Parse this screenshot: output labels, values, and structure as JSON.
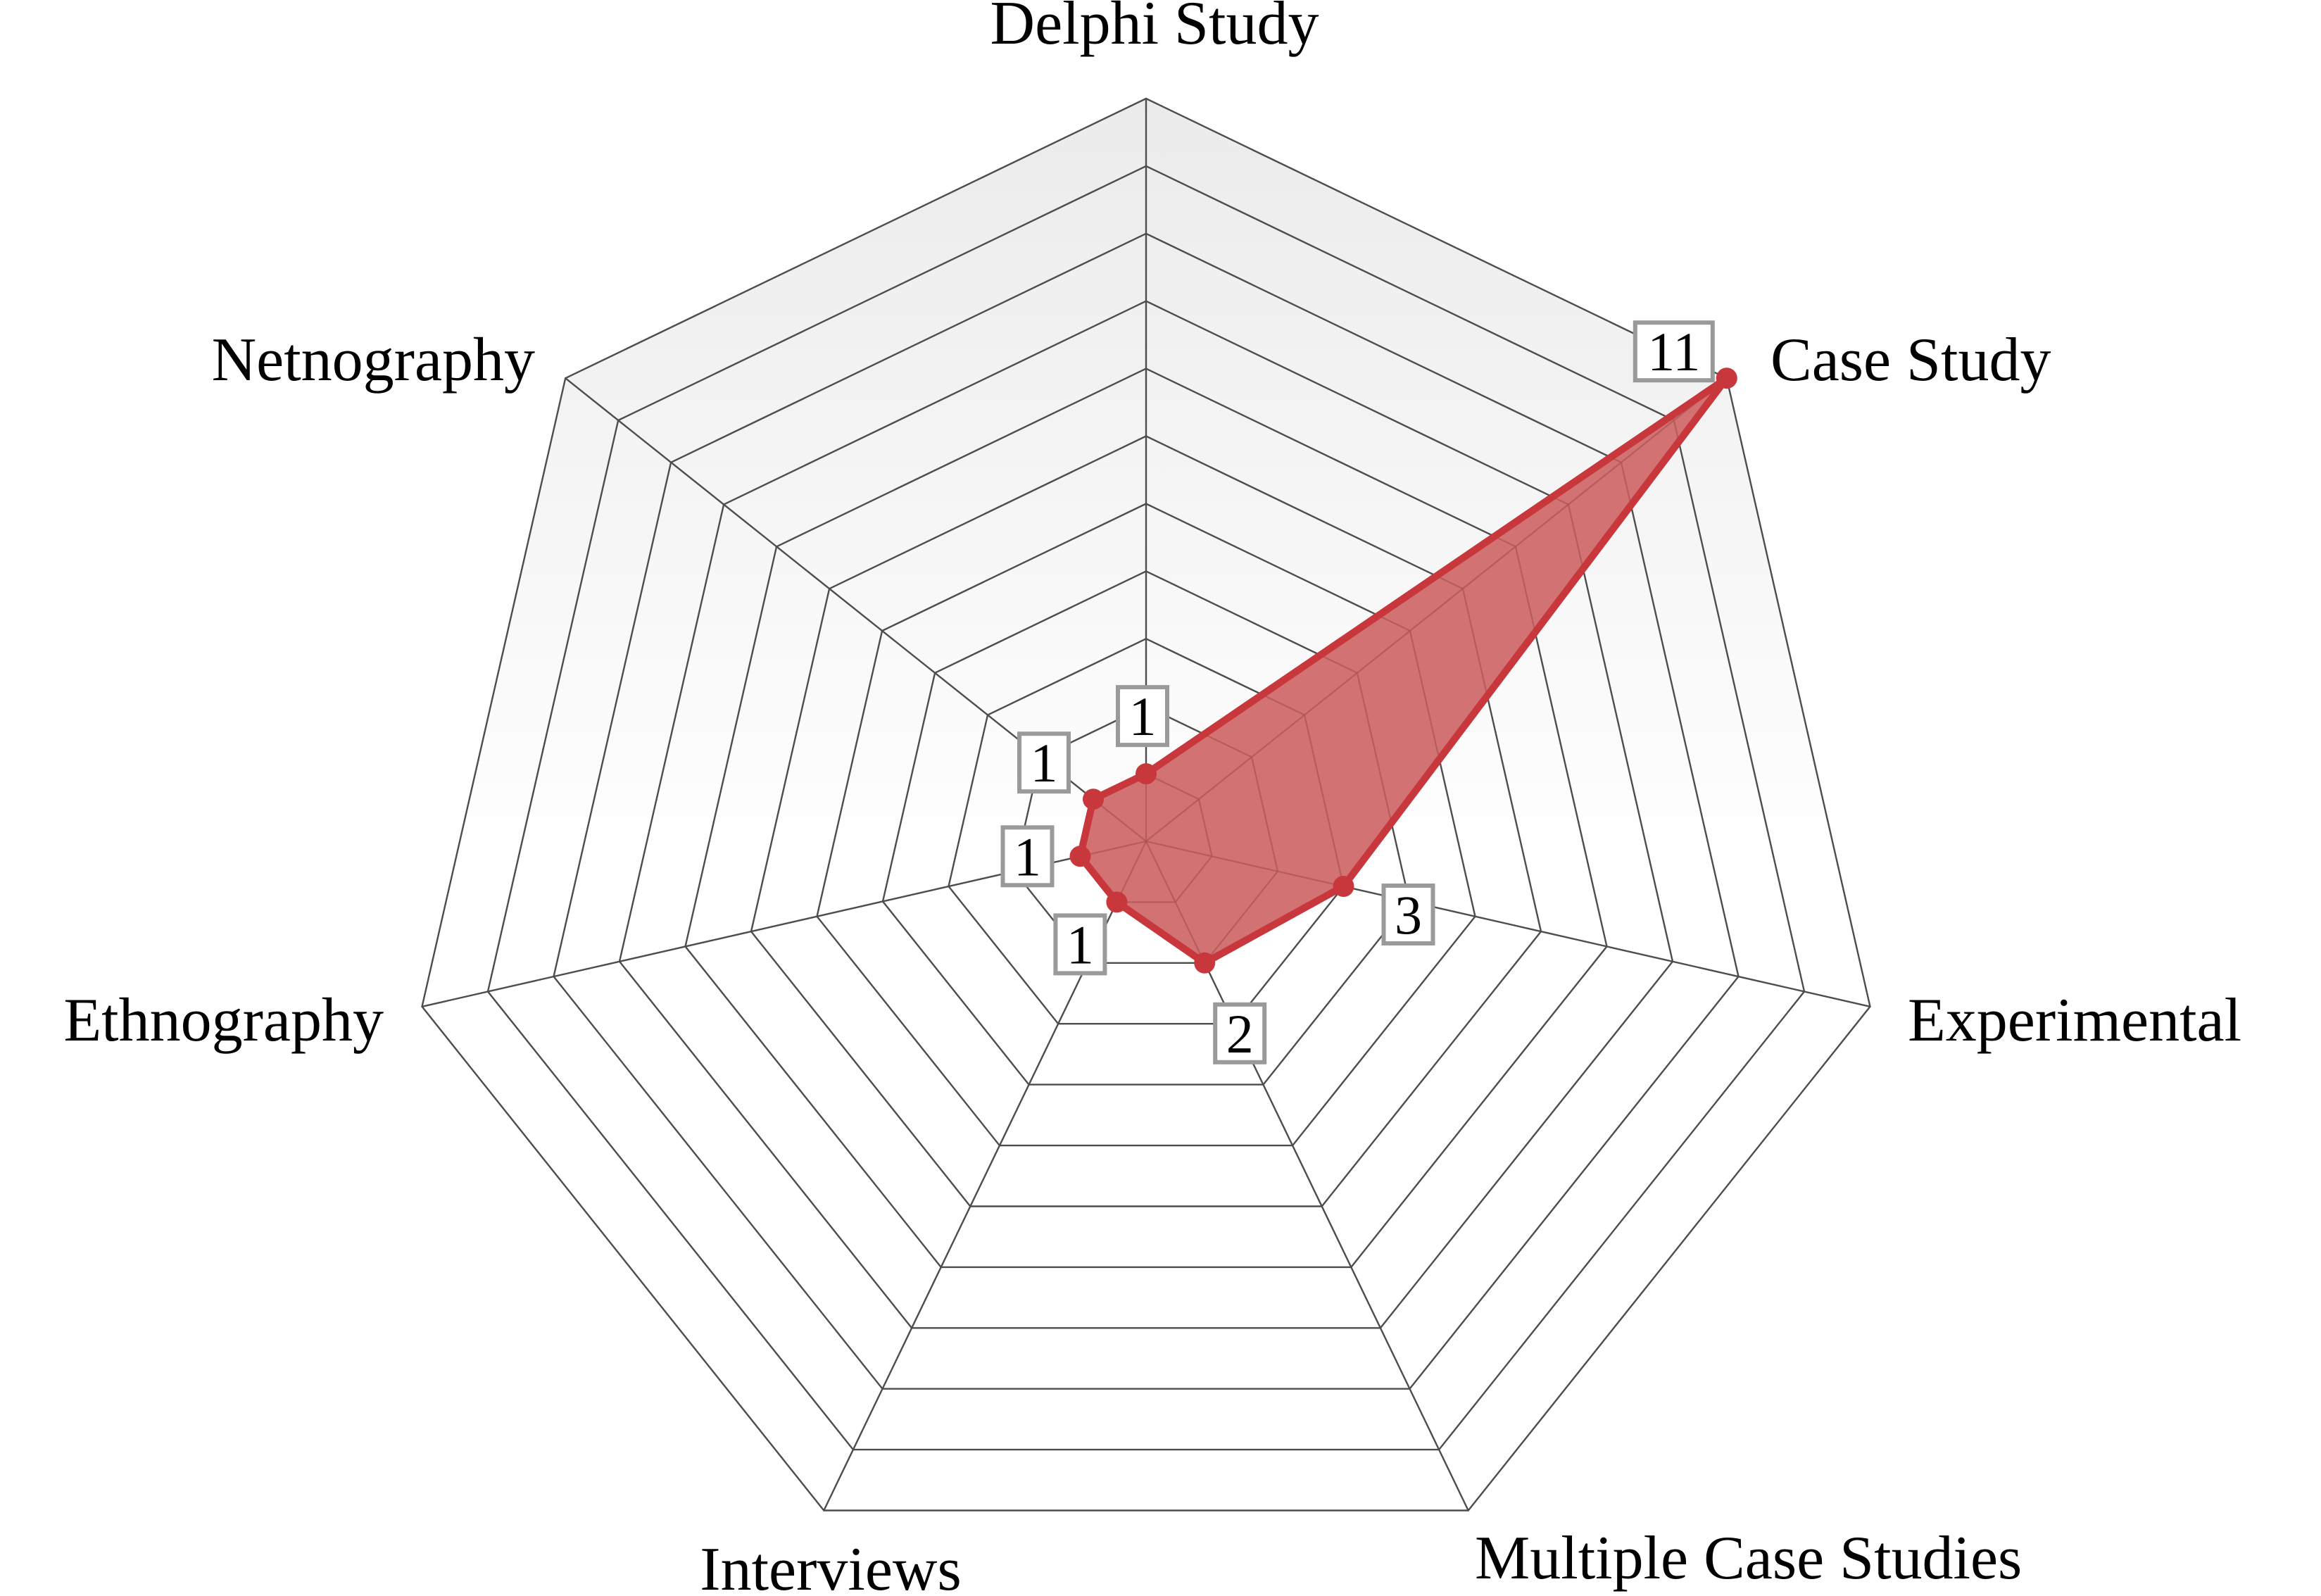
{
  "chart_data": {
    "type": "radar",
    "title": "",
    "axes": [
      "Delphi Study",
      "Case Study",
      "Experimental",
      "Multiple Case Studies",
      "Interviews",
      "Ethnography",
      "Netnography"
    ],
    "rmax": 11,
    "ring_count": 11,
    "grid": true,
    "series": [
      {
        "values": [
          1,
          11,
          3,
          2,
          1,
          1,
          1
        ],
        "data_labels": [
          "1",
          "11",
          "3",
          "2",
          "1",
          "1",
          "1"
        ],
        "color": "#c8373c",
        "fill": "#d06a6a"
      }
    ],
    "background_gradient": [
      "#ebebeb",
      "#ffffff"
    ]
  }
}
